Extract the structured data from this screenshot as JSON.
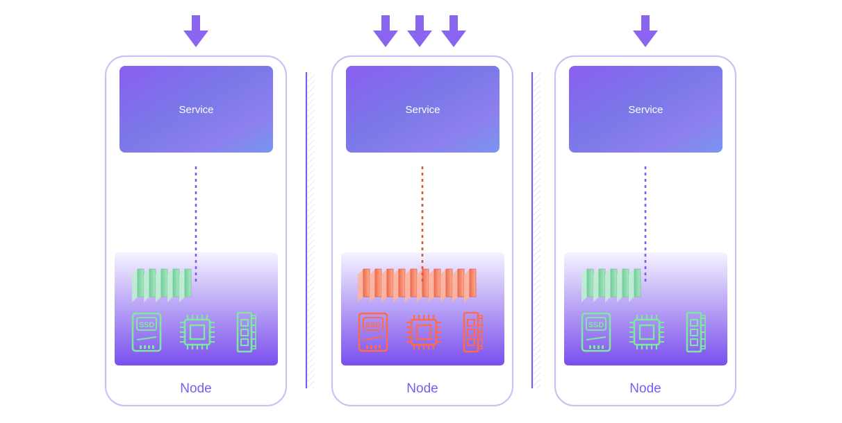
{
  "nodes": [
    {
      "service_label": "Service",
      "node_label": "Node",
      "incoming_arrows": 1,
      "state": "normal",
      "ssd_label": "SSD",
      "resource_slabs": 5
    },
    {
      "service_label": "Service",
      "node_label": "Node",
      "incoming_arrows": 3,
      "state": "overloaded",
      "ssd_label": "SSD",
      "resource_slabs": 10
    },
    {
      "service_label": "Service",
      "node_label": "Node",
      "incoming_arrows": 1,
      "state": "normal",
      "ssd_label": "SSD",
      "resource_slabs": 5
    }
  ],
  "colors": {
    "arrow": "#8a66f0",
    "node_border": "#c9c2f3",
    "node_label": "#7a5cf0",
    "service_grad_start": "#8a5ef0",
    "service_grad_mid": "#7b78e8",
    "service_grad_end": "#7f8ef0",
    "resource_bg_top": "#f4f1ff",
    "resource_bg_bottom": "#7f55ee",
    "divider": "#7c5cf0",
    "normal_line": "#7c5cf0",
    "overload_line": "#e0503a",
    "normal_icon": "#7ee8a0",
    "overload_icon": "#ff6a4a"
  },
  "icons": [
    "down-arrow-icon",
    "ssd-icon",
    "cpu-chip-icon",
    "memory-stick-icon"
  ]
}
